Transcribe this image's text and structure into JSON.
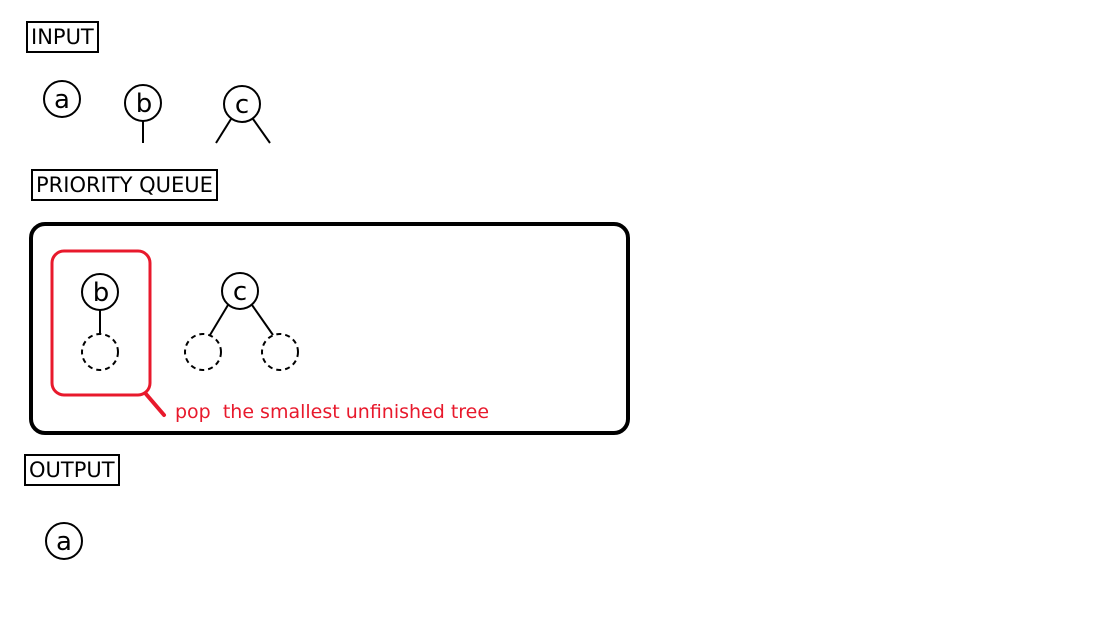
{
  "sections": {
    "input": "INPUT",
    "priority_queue": "PRIORITY QUEUE",
    "output": "OUTPUT"
  },
  "nodes": {
    "input_a": "a",
    "input_b": "b",
    "input_c": "c",
    "queue_b": "b",
    "queue_c": "c",
    "output_a": "a"
  },
  "annotation": {
    "text": "pop  the smallest unfinished tree",
    "color": "#e8192c"
  }
}
